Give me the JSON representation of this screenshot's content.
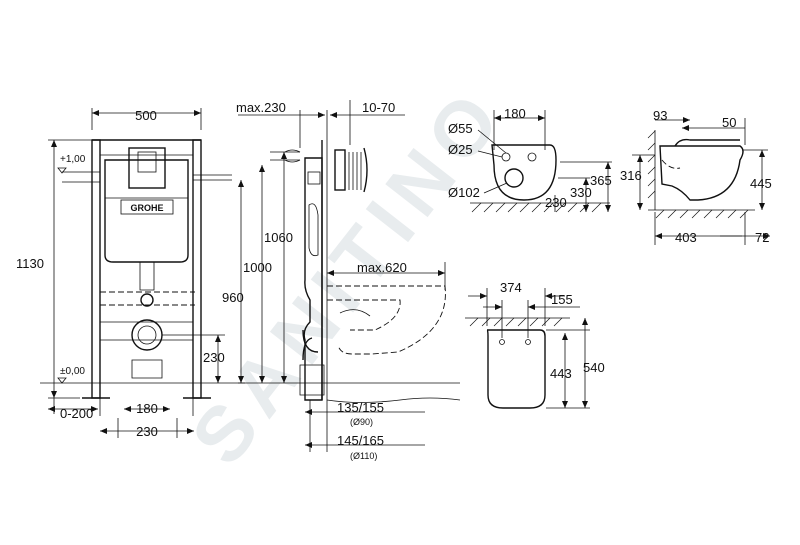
{
  "brand": {
    "logo_text": "GROHE",
    "watermark_text": "SANITINO"
  },
  "frame_front": {
    "width": "500",
    "height": "1130",
    "level_top": "+1,00",
    "level_floor": "±0,00",
    "offset": "0-200",
    "foot_spacing": "180",
    "foot_width": "230",
    "drain_height": "230",
    "height_1060": "1060",
    "height_1000": "1000",
    "height_960": "960"
  },
  "frame_side": {
    "depth_max": "max.230",
    "adjust_range": "10-70",
    "projection_max": "max.620",
    "drain_1": "135/155",
    "drain_1_sub": "(Ø90)",
    "drain_2": "145/165",
    "drain_2_sub": "(Ø110)"
  },
  "bowl_rear": {
    "spacing": "180",
    "d_55": "Ø55",
    "d_25": "Ø25",
    "d_102": "Ø102",
    "height_365": "365",
    "height_330": "330",
    "height_230": "230"
  },
  "bowl_side": {
    "top_93": "93",
    "top_50": "50",
    "height_316": "316",
    "height_445": "445",
    "depth_403": "403",
    "depth_72": "72"
  },
  "bowl_top": {
    "width_374": "374",
    "width_155": "155",
    "length_443": "443",
    "length_540": "540"
  }
}
